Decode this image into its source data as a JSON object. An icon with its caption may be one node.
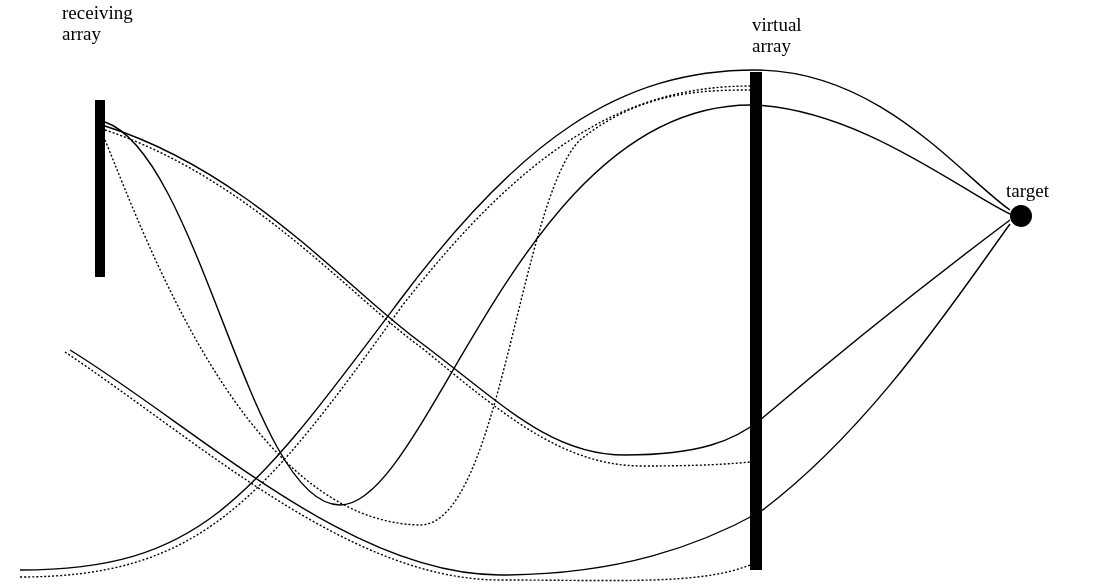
{
  "diagram": {
    "nodes": [
      {
        "text": [
          "receiving array"
        ]
      },
      {
        "text": [
          "virtual array"
        ]
      },
      {
        "text": [
          "target"
        ]
      }
    ],
    "edges": [
      {
        "from": 0,
        "to": 2,
        "arrow": "none"
      },
      {
        "from": 0,
        "to": 2,
        "arrow": "none"
      },
      {
        "from": null,
        "to": 2,
        "arrow": "none"
      },
      {
        "from": null,
        "to": 2,
        "arrow": "none"
      },
      {
        "from": 0,
        "to": 1,
        "arrow": "none",
        "style": "dashed"
      },
      {
        "from": 0,
        "to": 1,
        "arrow": "none",
        "style": "dashed"
      },
      {
        "from": null,
        "to": 1,
        "arrow": "none",
        "style": "dashed"
      },
      {
        "from": null,
        "to": 1,
        "arrow": "none",
        "style": "dashed"
      }
    ]
  }
}
